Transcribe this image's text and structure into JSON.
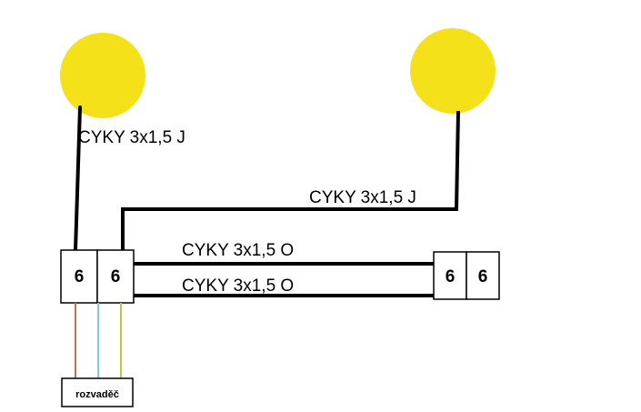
{
  "colors": {
    "lamp_fill": "#f5e11a",
    "cable": "#000000",
    "wire_brown": "#b07a5a",
    "wire_blue": "#7ec6e6",
    "wire_green_yellow": "#b5d13a"
  },
  "lamps": [
    {
      "name": "lamp-left"
    },
    {
      "name": "lamp-right"
    }
  ],
  "cables": {
    "left_lamp": "CYKY 3x1,5 J",
    "right_lamp": "CYKY 3x1,5 J",
    "traveler_top": "CYKY 3x1,5 O",
    "traveler_bottom": "CYKY 3x1,5 O"
  },
  "switch_box_left": {
    "left": "6",
    "right": "6"
  },
  "switch_box_right": {
    "left": "6",
    "right": "6"
  },
  "distribution_panel": {
    "label": "rozvaděč"
  }
}
